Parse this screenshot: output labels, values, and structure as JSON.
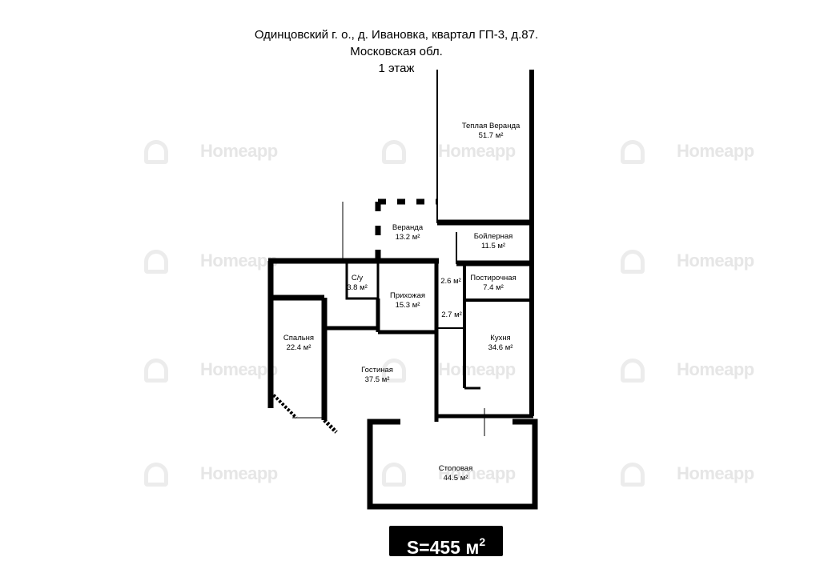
{
  "header": {
    "address_line1": "Одинцовский г. о., д. Ивановка, квартал ГП-3, д.87.",
    "address_line2": "Московская обл.",
    "floor": "1 этаж"
  },
  "watermark": "Homeapp",
  "rooms": [
    {
      "name": "Теплая Веранда",
      "area": "51.7 м²"
    },
    {
      "name": "Веранда",
      "area": "13.2 м²"
    },
    {
      "name": "Бойлерная",
      "area": "11.5 м²"
    },
    {
      "name": "С/у",
      "area": "3.8 м²"
    },
    {
      "name": "",
      "area": "2.6 м²"
    },
    {
      "name": "Постирочная",
      "area": "7.4 м²"
    },
    {
      "name": "Прихожая",
      "area": "15.3 м²"
    },
    {
      "name": "",
      "area": "2.7 м²"
    },
    {
      "name": "Спальня",
      "area": "22.4 м²"
    },
    {
      "name": "Кухня",
      "area": "34.6 м²"
    },
    {
      "name": "Гостиная",
      "area": "37.5 м²"
    },
    {
      "name": "Столовая",
      "area": "44.5 м²"
    }
  ],
  "total": {
    "label": "S=455 м",
    "sup": "2"
  }
}
